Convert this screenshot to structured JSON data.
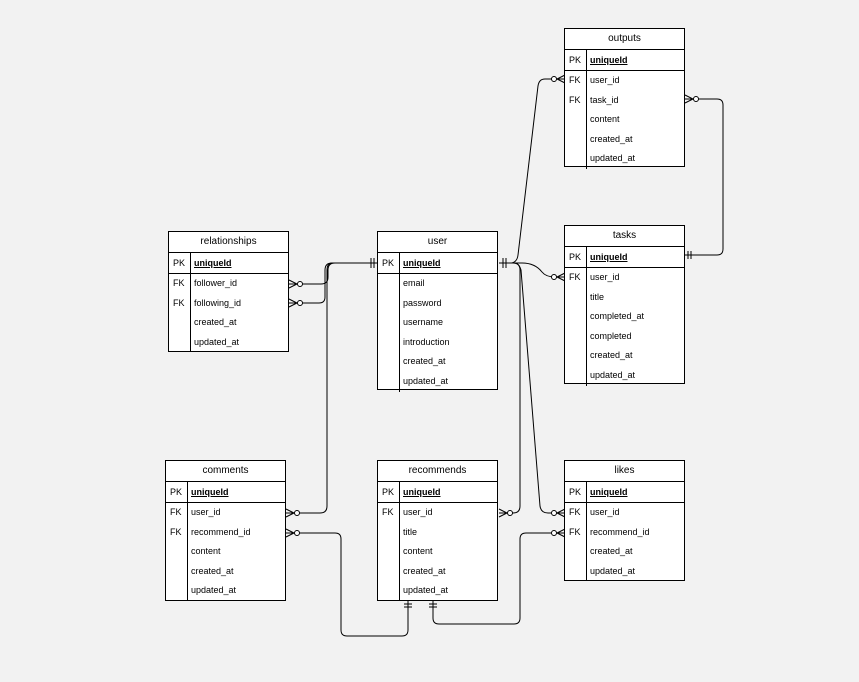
{
  "colors": {
    "background": "#f2f2f2",
    "table_fill": "#ffffff",
    "stroke": "#000000"
  },
  "tables": {
    "outputs": {
      "name": "outputs",
      "pk": {
        "key": "PK",
        "field": "uniqueId"
      },
      "fields": [
        {
          "key": "FK",
          "name": "user_id"
        },
        {
          "key": "FK",
          "name": "task_id"
        },
        {
          "key": "",
          "name": "content"
        },
        {
          "key": "",
          "name": "created_at"
        },
        {
          "key": "",
          "name": "updated_at"
        }
      ]
    },
    "tasks": {
      "name": "tasks",
      "pk": {
        "key": "PK",
        "field": "uniqueId"
      },
      "fields": [
        {
          "key": "FK",
          "name": "user_id"
        },
        {
          "key": "",
          "name": "title"
        },
        {
          "key": "",
          "name": "completed_at"
        },
        {
          "key": "",
          "name": "completed"
        },
        {
          "key": "",
          "name": "created_at"
        },
        {
          "key": "",
          "name": "updated_at"
        }
      ]
    },
    "relationships": {
      "name": "relationships",
      "pk": {
        "key": "PK",
        "field": "uniqueId"
      },
      "fields": [
        {
          "key": "FK",
          "name": "follower_id"
        },
        {
          "key": "FK",
          "name": "following_id"
        },
        {
          "key": "",
          "name": "created_at"
        },
        {
          "key": "",
          "name": "updated_at"
        }
      ]
    },
    "user": {
      "name": "user",
      "pk": {
        "key": "PK",
        "field": "uniqueId"
      },
      "fields": [
        {
          "key": "",
          "name": "email"
        },
        {
          "key": "",
          "name": "password"
        },
        {
          "key": "",
          "name": "username"
        },
        {
          "key": "",
          "name": "introduction"
        },
        {
          "key": "",
          "name": "created_at"
        },
        {
          "key": "",
          "name": "updated_at"
        }
      ]
    },
    "comments": {
      "name": "comments",
      "pk": {
        "key": "PK",
        "field": "uniqueId"
      },
      "fields": [
        {
          "key": "FK",
          "name": "user_id"
        },
        {
          "key": "FK",
          "name": "recommend_id"
        },
        {
          "key": "",
          "name": "content"
        },
        {
          "key": "",
          "name": "created_at"
        },
        {
          "key": "",
          "name": "updated_at"
        }
      ]
    },
    "recommends": {
      "name": "recommends",
      "pk": {
        "key": "PK",
        "field": "uniqueId"
      },
      "fields": [
        {
          "key": "FK",
          "name": "user_id"
        },
        {
          "key": "",
          "name": "title"
        },
        {
          "key": "",
          "name": "content"
        },
        {
          "key": "",
          "name": "created_at"
        },
        {
          "key": "",
          "name": "updated_at"
        }
      ]
    },
    "likes": {
      "name": "likes",
      "pk": {
        "key": "PK",
        "field": "uniqueId"
      },
      "fields": [
        {
          "key": "FK",
          "name": "user_id"
        },
        {
          "key": "FK",
          "name": "recommend_id"
        },
        {
          "key": "",
          "name": "created_at"
        },
        {
          "key": "",
          "name": "updated_at"
        }
      ]
    }
  },
  "relations": [
    {
      "from": "user.uniqueId",
      "to": "outputs.user_id",
      "cardinality": "one-to-many"
    },
    {
      "from": "user.uniqueId",
      "to": "tasks.user_id",
      "cardinality": "one-to-many"
    },
    {
      "from": "tasks.uniqueId",
      "to": "outputs.task_id",
      "cardinality": "one-to-many"
    },
    {
      "from": "user.uniqueId",
      "to": "relationships.follower_id",
      "cardinality": "one-to-many"
    },
    {
      "from": "user.uniqueId",
      "to": "relationships.following_id",
      "cardinality": "one-to-many"
    },
    {
      "from": "user.uniqueId",
      "to": "comments.user_id",
      "cardinality": "one-to-many"
    },
    {
      "from": "user.uniqueId",
      "to": "recommends.user_id",
      "cardinality": "one-to-many"
    },
    {
      "from": "user.uniqueId",
      "to": "likes.user_id",
      "cardinality": "one-to-many"
    },
    {
      "from": "recommends.uniqueId",
      "to": "comments.recommend_id",
      "cardinality": "one-to-many"
    },
    {
      "from": "recommends.uniqueId",
      "to": "likes.recommend_id",
      "cardinality": "one-to-many"
    }
  ]
}
